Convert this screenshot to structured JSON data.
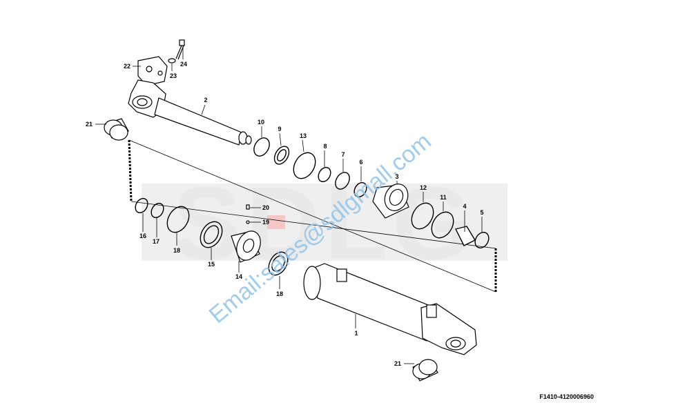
{
  "figure_code": "F1410-4120006960",
  "watermark": {
    "logo_text": "SDLG",
    "email_text": "Email:sales@sdlgmall.com"
  },
  "callouts": {
    "c1": "1",
    "c2": "2",
    "c3": "3",
    "c4": "4",
    "c5": "5",
    "c6": "6",
    "c7": "7",
    "c8": "8",
    "c9": "9",
    "c10": "10",
    "c11": "11",
    "c12": "12",
    "c13": "13",
    "c14": "14",
    "c15": "15",
    "c16": "16",
    "c17": "17",
    "c18a": "18",
    "c18b": "18",
    "c19": "19",
    "c20": "20",
    "c21a": "21",
    "c21b": "21",
    "c22": "22",
    "c23": "23",
    "c24": "24"
  }
}
